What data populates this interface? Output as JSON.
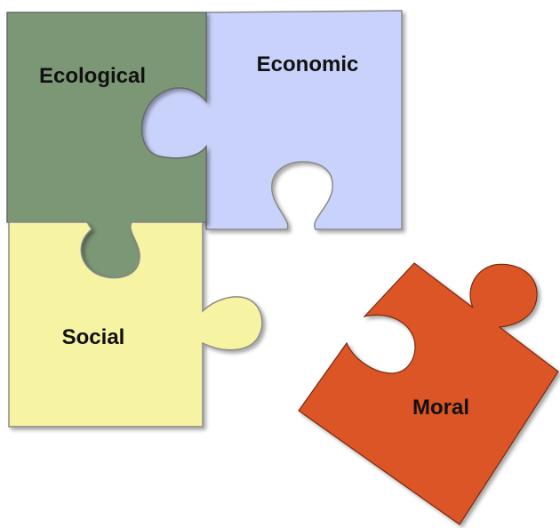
{
  "pieces": {
    "ecological": {
      "label": "Ecological",
      "color": "#7b9775"
    },
    "economic": {
      "label": "Economic",
      "color": "#c9d2fa"
    },
    "social": {
      "label": "Social",
      "color": "#f6f3a3"
    },
    "moral": {
      "label": "Moral",
      "color": "#db5528"
    }
  }
}
